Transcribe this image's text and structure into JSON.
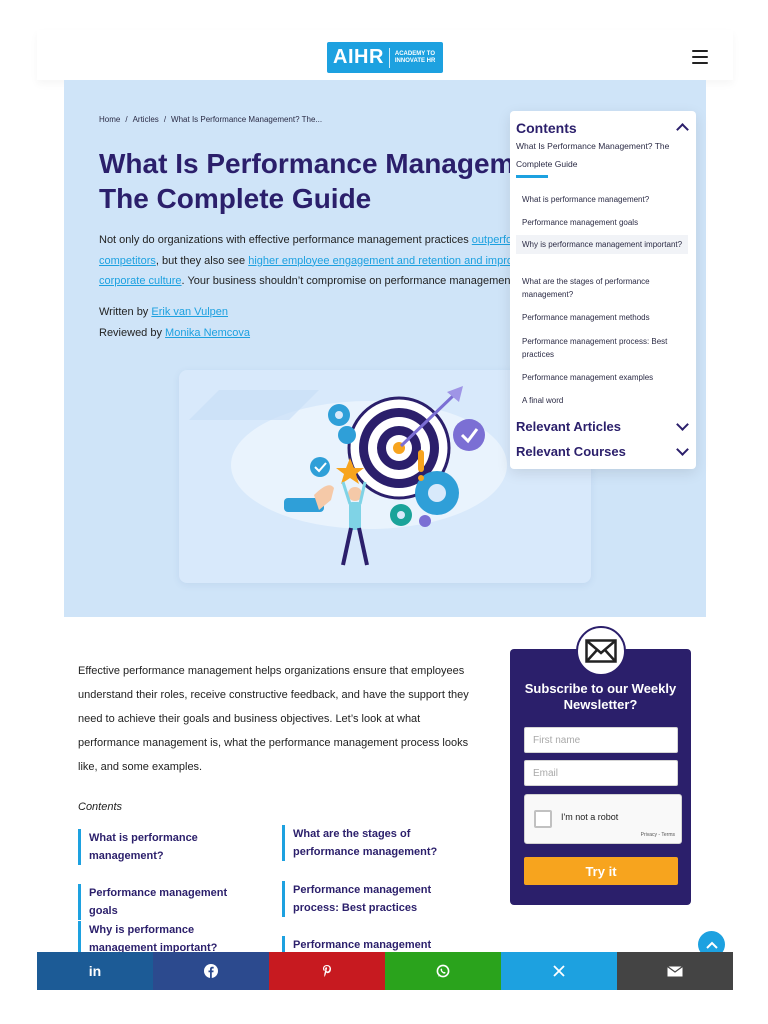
{
  "header": {
    "logo_main": "AIHR",
    "logo_tagline": "ACADEMY TO INNOVATE HR",
    "menu_icon": "hamburger-menu-icon"
  },
  "breadcrumb": {
    "items": [
      "Home",
      "Articles",
      "What Is Performance Management? The..."
    ],
    "separator": "/"
  },
  "hero": {
    "title": "What Is Performance Management?\nThe Complete Guide",
    "intro_part1": "Not only do organizations with effective performance management practices ",
    "intro_link1": "outperform their competitors",
    "intro_part2": ", but they also see ",
    "intro_link2": "higher employee engagement and retention and improved corporate culture",
    "intro_part3": ". Your business shouldn’t compromise on performance management.",
    "written_by_label": "Written by",
    "author": "Erik van Vulpen",
    "reviewed_by_label": "Reviewed by",
    "reviewer": "Monika Nemcova"
  },
  "toc_panel": {
    "heading": "Contents",
    "subtitle": "What Is Performance Management? The Complete Guide",
    "items": [
      "What is performance management?",
      "Performance management goals",
      "Why is performance management important?",
      "What are the stages of performance management?",
      "Performance management methods",
      "Performance management process: Best practices",
      "Performance management examples",
      "A final word"
    ],
    "relevant_articles": "Relevant Articles",
    "relevant_courses": "Relevant Courses"
  },
  "article": {
    "intro": "Effective performance management helps organizations ensure that employees understand their roles, receive constructive feedback, and have the support they need to achieve their goals and business objectives. Let’s look at what performance management is, what the performance management process looks like, and some examples.",
    "contents_label": "Contents",
    "contents_left": [
      "What is performance management?",
      "Performance management goals",
      "Why is performance management important?"
    ],
    "contents_right": [
      "What are the stages of performance management?",
      "Performance management process: Best practices",
      "Performance management examples"
    ]
  },
  "newsletter": {
    "title": "Subscribe to our Weekly Newsletter?",
    "first_name_placeholder": "First name",
    "email_placeholder": "Email",
    "captcha_label": "I'm not a robot",
    "captcha_footer": "Privacy - Terms",
    "submit_label": "Try it"
  },
  "share_bar": {
    "buttons": [
      {
        "name": "linkedin",
        "label": "in",
        "color": "#1c5b96"
      },
      {
        "name": "facebook",
        "label": "f",
        "color": "#2c4a8e"
      },
      {
        "name": "pinterest",
        "label": "P",
        "color": "#c71a20"
      },
      {
        "name": "whatsapp",
        "label": "W",
        "color": "#2aa31c"
      },
      {
        "name": "x",
        "label": "X",
        "color": "#1da1e0"
      },
      {
        "name": "email",
        "label": "mail",
        "color": "#444444"
      }
    ]
  },
  "colors": {
    "brand_blue": "#1da1e0",
    "brand_navy": "#2b1f6b",
    "hero_bg": "#cfe4f8",
    "cta_orange": "#f7a41e"
  }
}
